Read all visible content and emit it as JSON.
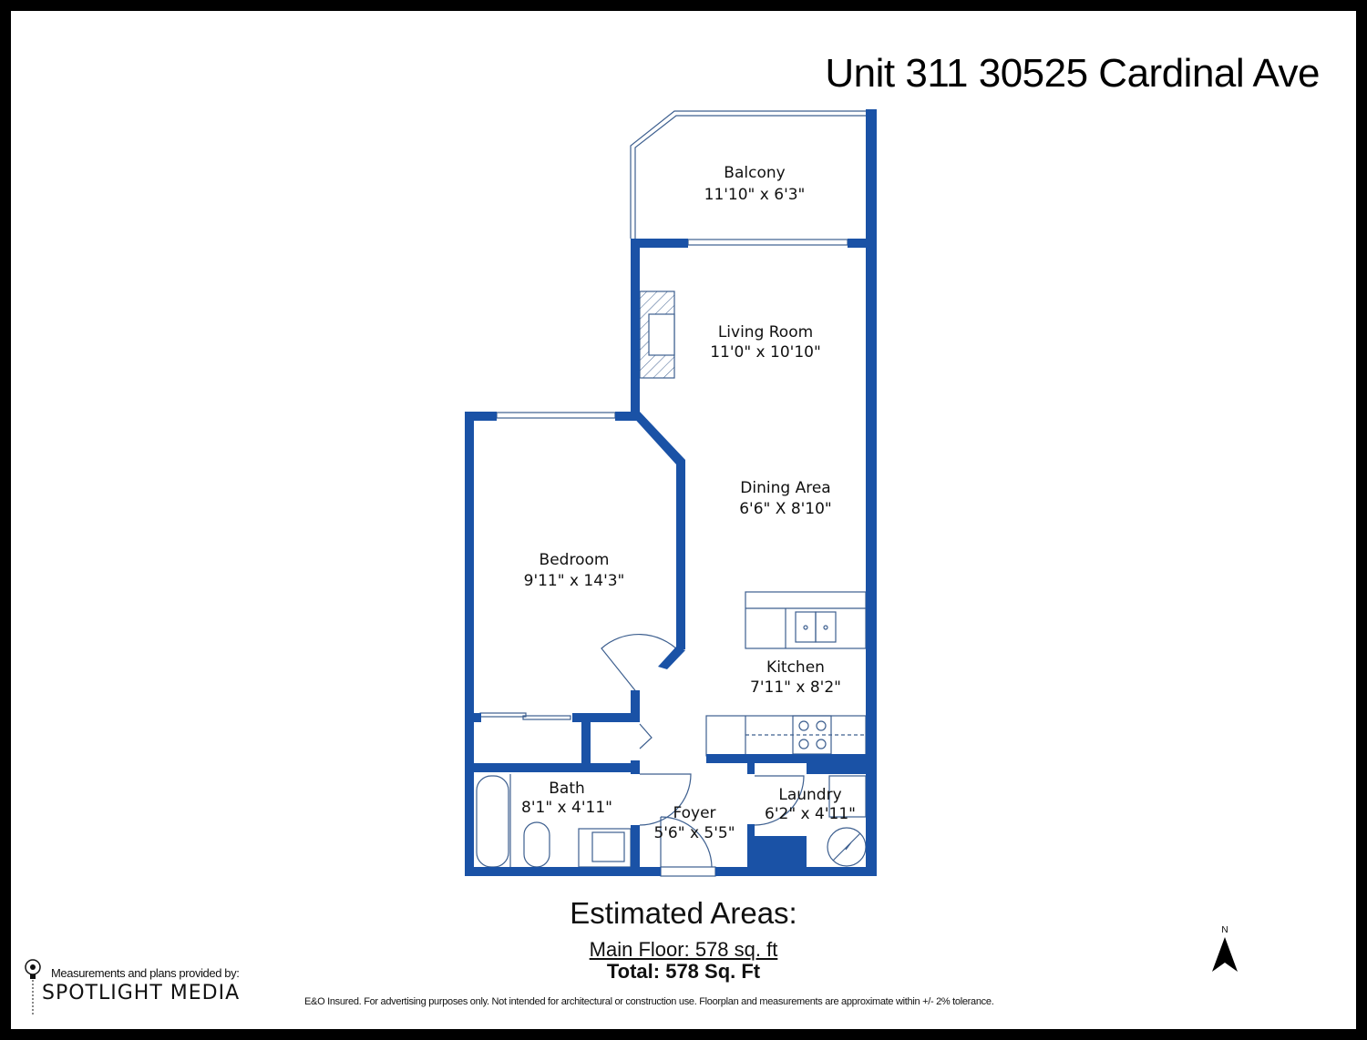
{
  "title": "Unit 311 30525 Cardinal Ave",
  "colors": {
    "wall": "#1a52a6",
    "line": "#3d5f8f",
    "frame": "#000000"
  },
  "rooms": [
    {
      "name": "Balcony",
      "dims": "11'10\" x 6'3\""
    },
    {
      "name": "Living Room",
      "dims": "11'0\" x 10'10\""
    },
    {
      "name": "Dining Area",
      "dims": "6'6\" X 8'10\""
    },
    {
      "name": "Bedroom",
      "dims": "9'11\" x 14'3\""
    },
    {
      "name": "Kitchen",
      "dims": "7'11\" x 8'2\""
    },
    {
      "name": "Bath",
      "dims": "8'1\" x 4'11\""
    },
    {
      "name": "Foyer",
      "dims": "5'6\" x 5'5\""
    },
    {
      "name": "Laundry",
      "dims": "6'2\" x 4'11\""
    }
  ],
  "areas": {
    "heading": "Estimated Areas:",
    "main_floor": "Main Floor: 578 sq. ft",
    "total": "Total: 578 Sq. Ft"
  },
  "credit": {
    "line": "Measurements and plans provided by:",
    "brand": "SPOTLIGHT MEDIA"
  },
  "disclaimer": "E&O Insured. For advertising purposes only. Not intended for architectural or construction use. Floorplan and measurements are approximate within +/- 2% tolerance.",
  "compass": {
    "label": "N"
  }
}
